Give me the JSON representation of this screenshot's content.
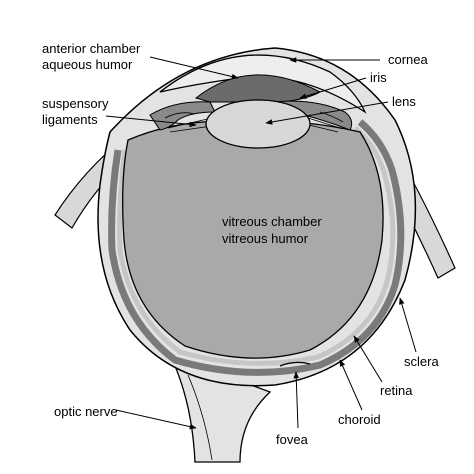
{
  "colors": {
    "outline": "#000000",
    "background": "#ffffff",
    "sclera_fill": "#e3e3e3",
    "vitreous_fill": "#a9a9a9",
    "lens_fill": "#d7d7d7",
    "aqueous_fill": "#6b6b6b",
    "ciliary_fill": "#8a8a8a",
    "retina_band": "#c6c6c6",
    "choroid_band": "#7a7a7a",
    "label_text": "#000000"
  },
  "labels": {
    "anterior_chamber": "anterior chamber",
    "aqueous_humor": "aqueous humor",
    "suspensory": "suspensory",
    "ligaments": "ligaments",
    "cornea": "cornea",
    "iris": "iris",
    "lens": "lens",
    "vitreous_chamber": "vitreous chamber",
    "vitreous_humor": "vitreous humor",
    "sclera": "sclera",
    "retina": "retina",
    "choroid": "choroid",
    "optic_nerve": "optic nerve",
    "fovea": "fovea"
  }
}
